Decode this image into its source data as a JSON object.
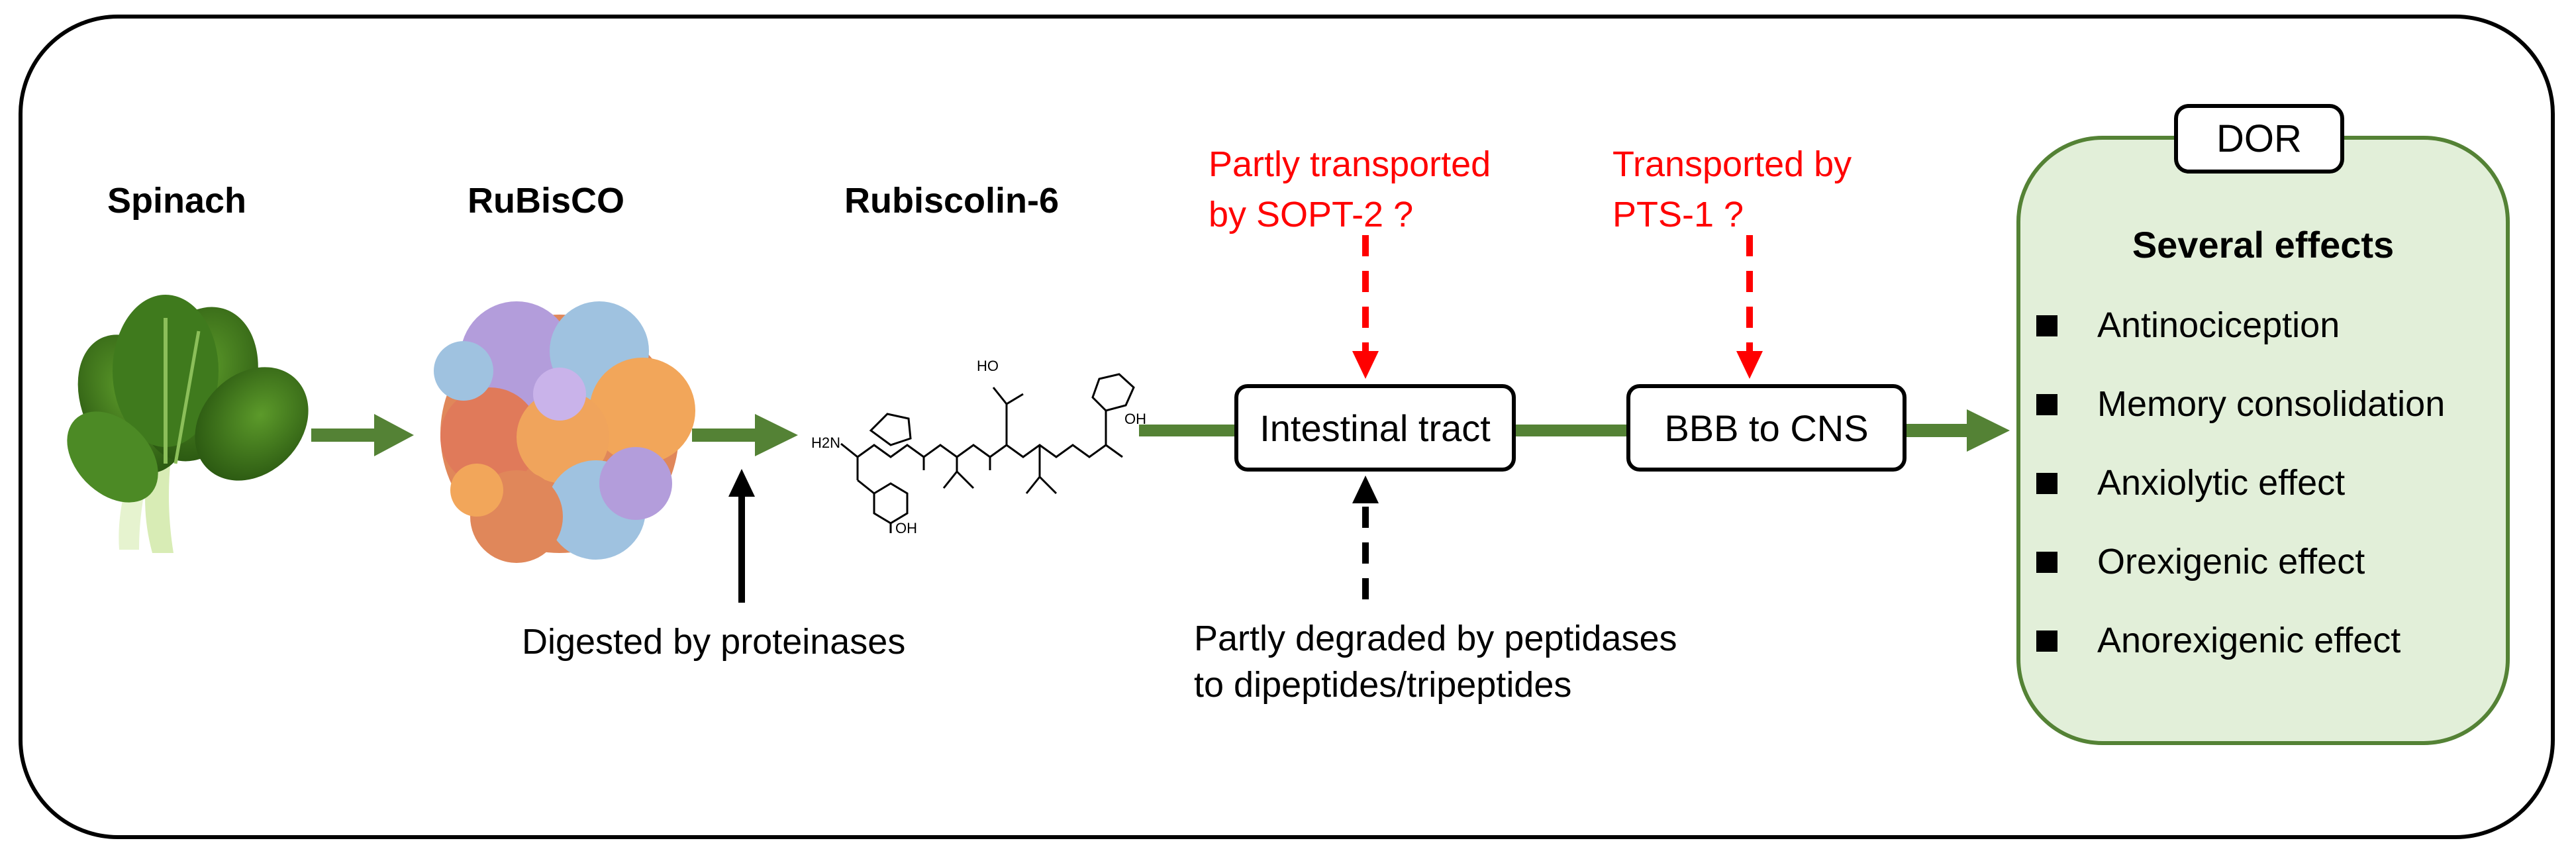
{
  "stages": {
    "spinach": "Spinach",
    "rubisco": "RuBisCO",
    "rubiscolin": "Rubiscolin-6"
  },
  "boxes": {
    "intestinal": "Intestinal tract",
    "bbb": "BBB to CNS",
    "dor": "DOR"
  },
  "annotations": {
    "digested": "Digested by proteinases",
    "degraded_line1": "Partly degraded by peptidases",
    "degraded_line2": "to dipeptides/tripeptides",
    "sopt_line1": "Partly transported",
    "sopt_line2": "by SOPT-2 ?",
    "pts_line1": "Transported by",
    "pts_line2": "PTS-1 ?"
  },
  "molecule_labels": {
    "amine": "H2N",
    "acid": "HO",
    "carboxyl": "OH",
    "phenol": "OH"
  },
  "effects": {
    "title": "Several effects",
    "items": [
      "Antinociception",
      "Memory consolidation",
      "Anxiolytic effect",
      "Orexigenic effect",
      "Anorexigenic effect"
    ]
  },
  "colors": {
    "flow_green": "#548235",
    "effects_fill": "#e2efd9",
    "transport_red": "#ff0000"
  }
}
